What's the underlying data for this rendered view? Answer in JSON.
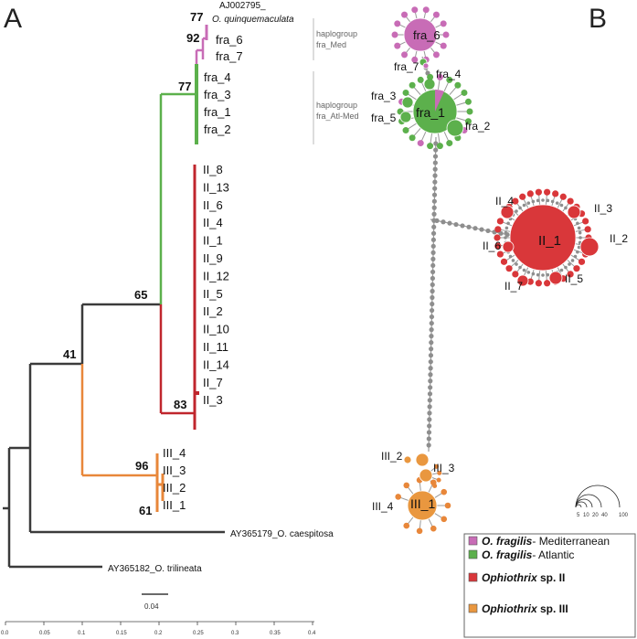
{
  "panels": {
    "left": "A",
    "right": "B"
  },
  "tree": {
    "ref_tip_top": "AJ002795_",
    "ref_tip_species": "O. quinquemaculata",
    "tips_fra_med": [
      "fra_6",
      "fra_7"
    ],
    "tips_fra_atl": [
      "fra_4",
      "fra_3",
      "fra_1",
      "fra_2"
    ],
    "tips_clade2": [
      "II_8",
      "II_13",
      "II_6",
      "II_4",
      "II_1",
      "II_9",
      "II_12",
      "II_5",
      "II_2",
      "II_10",
      "II_11",
      "II_14",
      "II_7",
      "II_3"
    ],
    "tips_clade3": [
      "III_4",
      "III_3",
      "III_2",
      "III_1"
    ],
    "outgroup1": "AY365179_O. caespitosa",
    "outgroup2": "AY365182_O. trilineata",
    "bootstrap": {
      "fra_med": "77",
      "fra_med_inner": "92",
      "fra_atl": "77",
      "fragilis": "65",
      "ingroup": "41",
      "clade2": "83",
      "clade3": "96",
      "clade3_inner": "61"
    },
    "scale_bar_label": "0.04",
    "axis_ticks": [
      "0.0",
      "0.05",
      "0.1",
      "0.15",
      "0.2",
      "0.25",
      "0.3",
      "0.35",
      "0.4"
    ]
  },
  "haplogroups": {
    "med": {
      "line1": "haplogroup",
      "line2": "fra_Med"
    },
    "atl": {
      "line1": "haplogroup",
      "line2": "fra_Atl-Med"
    }
  },
  "network": {
    "labels": {
      "fra_6": "fra_6",
      "fra_7": "fra_7",
      "fra_4": "fra_4",
      "fra_3": "fra_3",
      "fra_5": "fra_5",
      "fra_1": "fra_1",
      "fra_2": "fra_2",
      "II_1": "II_1",
      "II_2": "II_2",
      "II_3": "II_3",
      "II_4": "II_4",
      "II_5": "II_5",
      "II_6": "II_6",
      "II_7": "II_7",
      "III_1": "III_1",
      "III_2": "III_2",
      "III_3": "III_3",
      "III_4": "III_4"
    },
    "size_scale": [
      "5",
      "10",
      "20",
      "40",
      "100"
    ]
  },
  "legend": [
    {
      "species": "O. fragilis",
      "suffix": "- Mediterranean",
      "color": "#c86cb6"
    },
    {
      "species": "O. fragilis",
      "suffix": "- Atlantic",
      "color": "#5cb04c"
    },
    {
      "species": "Ophiothrix",
      "suffix": " sp. II",
      "color": "#d9373a"
    },
    {
      "species": "Ophiothrix",
      "suffix": " sp. III",
      "color": "#e9973f"
    }
  ],
  "colors": {
    "med": "#c86cb6",
    "atl": "#5cb04c",
    "clade2": "#c0262d",
    "clade3": "#e8873a",
    "backbone": "#3b3b3b",
    "node": "#8e8e8e"
  }
}
